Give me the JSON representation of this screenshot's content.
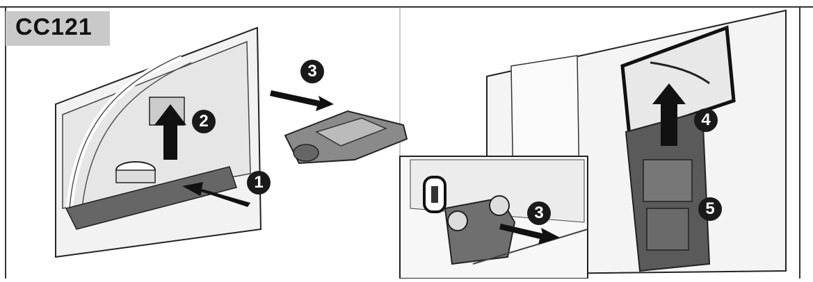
{
  "model_label": "CC121",
  "steps": {
    "s1": "1",
    "s2": "2",
    "s3_left": "3",
    "s3_inset": "3",
    "s4": "4",
    "s5": "5"
  }
}
